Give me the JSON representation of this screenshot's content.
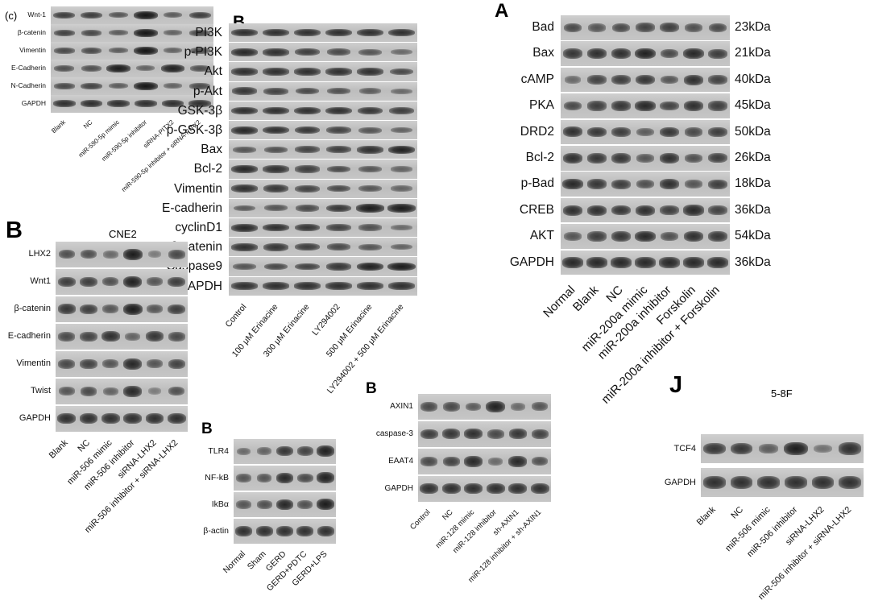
{
  "figure": {
    "panels": [
      {
        "id": "c",
        "label": "(c)",
        "title": "",
        "rows": [
          {
            "name": "Wnt-1",
            "b": [
              0.7,
              0.7,
              0.5,
              1.0,
              0.45,
              0.7
            ]
          },
          {
            "name": "β-catenin",
            "b": [
              0.65,
              0.6,
              0.45,
              1.0,
              0.4,
              0.6
            ]
          },
          {
            "name": "Vimentin",
            "b": [
              0.6,
              0.6,
              0.45,
              1.0,
              0.4,
              0.55
            ]
          },
          {
            "name": "E-Cadherin",
            "b": [
              0.55,
              0.55,
              0.95,
              0.4,
              0.9,
              0.55
            ]
          },
          {
            "name": "N-Cadherin",
            "b": [
              0.6,
              0.65,
              0.45,
              1.0,
              0.4,
              0.6
            ]
          },
          {
            "name": "GAPDH",
            "b": [
              0.8,
              0.8,
              0.8,
              0.8,
              0.8,
              0.8
            ]
          }
        ],
        "sizes": [],
        "xlabels": [
          "Blank",
          "NC",
          "miR-590-5p mimic",
          "miR-590-5p inhibitor",
          "siRNA-PITX2",
          "miR-590-5p inhibitor + siRNA-PITX2"
        ]
      },
      {
        "id": "B-erinacine",
        "label": "B",
        "title": "",
        "rows": [
          {
            "name": "PI3K",
            "b": [
              0.8,
              0.8,
              0.8,
              0.8,
              0.8,
              0.8
            ]
          },
          {
            "name": "p-PI3K",
            "b": [
              0.85,
              0.8,
              0.7,
              0.6,
              0.5,
              0.35
            ]
          },
          {
            "name": "Akt",
            "b": [
              0.8,
              0.8,
              0.8,
              0.8,
              0.8,
              0.6
            ]
          },
          {
            "name": "p-Akt",
            "b": [
              0.75,
              0.65,
              0.6,
              0.55,
              0.45,
              0.35
            ]
          },
          {
            "name": "GSK-3β",
            "b": [
              0.8,
              0.8,
              0.8,
              0.8,
              0.75,
              0.7
            ]
          },
          {
            "name": "p-GSK-3β",
            "b": [
              0.85,
              0.8,
              0.75,
              0.65,
              0.5,
              0.4
            ]
          },
          {
            "name": "Bax",
            "b": [
              0.5,
              0.55,
              0.65,
              0.7,
              0.8,
              0.9
            ]
          },
          {
            "name": "Bcl-2",
            "b": [
              0.85,
              0.8,
              0.7,
              0.6,
              0.5,
              0.4
            ]
          },
          {
            "name": "Vimentin",
            "b": [
              0.8,
              0.75,
              0.65,
              0.6,
              0.5,
              0.4
            ]
          },
          {
            "name": "E-cadherin",
            "b": [
              0.45,
              0.5,
              0.6,
              0.75,
              0.95,
              0.95
            ]
          },
          {
            "name": "cyclinD1",
            "b": [
              0.85,
              0.8,
              0.75,
              0.65,
              0.55,
              0.35
            ]
          },
          {
            "name": "β-catenin",
            "b": [
              0.8,
              0.75,
              0.7,
              0.6,
              0.5,
              0.4
            ]
          },
          {
            "name": "Caspase9",
            "b": [
              0.5,
              0.6,
              0.65,
              0.75,
              0.9,
              0.95
            ]
          },
          {
            "name": "GAPDH",
            "b": [
              0.8,
              0.8,
              0.8,
              0.8,
              0.8,
              0.8
            ]
          }
        ],
        "sizes": [],
        "xlabels": [
          "Control",
          "100 μM Erinacine",
          "300 μM Erinacine",
          "LY294002",
          "500 μM Erinacine",
          "LY294002 + 500 μM Erinacine"
        ]
      },
      {
        "id": "A",
        "label": "A",
        "title": "",
        "rows": [
          {
            "name": "Bad",
            "b": [
              0.6,
              0.5,
              0.6,
              0.65,
              0.7,
              0.55,
              0.6
            ]
          },
          {
            "name": "Bax",
            "b": [
              0.75,
              0.8,
              0.8,
              0.9,
              0.6,
              0.85,
              0.7
            ]
          },
          {
            "name": "cAMP",
            "b": [
              0.35,
              0.65,
              0.7,
              0.75,
              0.5,
              0.8,
              0.65
            ]
          },
          {
            "name": "PKA",
            "b": [
              0.6,
              0.7,
              0.75,
              0.85,
              0.65,
              0.8,
              0.7
            ]
          },
          {
            "name": "DRD2",
            "b": [
              0.8,
              0.75,
              0.7,
              0.45,
              0.75,
              0.6,
              0.7
            ]
          },
          {
            "name": "Bcl-2",
            "b": [
              0.8,
              0.75,
              0.75,
              0.5,
              0.8,
              0.55,
              0.7
            ]
          },
          {
            "name": "p-Bad",
            "b": [
              0.85,
              0.75,
              0.7,
              0.55,
              0.8,
              0.5,
              0.7
            ]
          },
          {
            "name": "CREB",
            "b": [
              0.8,
              0.8,
              0.75,
              0.8,
              0.7,
              0.85,
              0.65
            ]
          },
          {
            "name": "AKT",
            "b": [
              0.5,
              0.7,
              0.75,
              0.85,
              0.55,
              0.8,
              0.75
            ]
          },
          {
            "name": "GAPDH",
            "b": [
              0.85,
              0.85,
              0.85,
              0.85,
              0.85,
              0.85,
              0.85
            ]
          }
        ],
        "sizes": [
          "23kDa",
          "21kDa",
          "40kDa",
          "45kDa",
          "50kDa",
          "26kDa",
          "18kDa",
          "36kDa",
          "54kDa",
          "36kDa"
        ],
        "xlabels": [
          "Normal",
          "Blank",
          "NC",
          "miR-200a mimic",
          "miR-200a inhibitor",
          "Forskolin",
          "miR-200a inhibitor + Forskolin"
        ]
      },
      {
        "id": "B-CNE2",
        "label": "B",
        "title": "CNE2",
        "rows": [
          {
            "name": "LHX2",
            "b": [
              0.55,
              0.55,
              0.35,
              0.95,
              0.2,
              0.6
            ]
          },
          {
            "name": "Wnt1",
            "b": [
              0.7,
              0.7,
              0.55,
              0.9,
              0.5,
              0.7
            ]
          },
          {
            "name": "β-catenin",
            "b": [
              0.75,
              0.7,
              0.5,
              0.95,
              0.5,
              0.7
            ]
          },
          {
            "name": "E-cadherin",
            "b": [
              0.6,
              0.65,
              0.8,
              0.4,
              0.75,
              0.6
            ]
          },
          {
            "name": "Vimentin",
            "b": [
              0.6,
              0.65,
              0.5,
              0.85,
              0.5,
              0.65
            ]
          },
          {
            "name": "Twist",
            "b": [
              0.5,
              0.6,
              0.4,
              0.85,
              0.2,
              0.55
            ]
          },
          {
            "name": "GAPDH",
            "b": [
              0.8,
              0.8,
              0.8,
              0.8,
              0.8,
              0.8
            ]
          }
        ],
        "sizes": [],
        "xlabels": [
          "Blank",
          "NC",
          "miR-506 mimic",
          "miR-506 inhibitor",
          "siRNA-LHX2",
          "miR-506 inhibitor + siRNA-LHX2"
        ]
      },
      {
        "id": "B-GERD",
        "label": "B",
        "title": "",
        "rows": [
          {
            "name": "TLR4",
            "b": [
              0.35,
              0.4,
              0.75,
              0.65,
              0.9
            ]
          },
          {
            "name": "NF-kB",
            "b": [
              0.5,
              0.5,
              0.85,
              0.6,
              0.9
            ]
          },
          {
            "name": "IkBα",
            "b": [
              0.5,
              0.55,
              0.85,
              0.55,
              0.95
            ]
          },
          {
            "name": "β-actin",
            "b": [
              0.8,
              0.8,
              0.8,
              0.8,
              0.8
            ]
          }
        ],
        "sizes": [],
        "xlabels": [
          "Normal",
          "Sham",
          "GERD",
          "GERD+PDTC",
          "GERD+LPS"
        ]
      },
      {
        "id": "B-AXIN1",
        "label": "B",
        "title": "",
        "rows": [
          {
            "name": "AXIN1",
            "b": [
              0.6,
              0.6,
              0.45,
              0.9,
              0.35,
              0.5
            ]
          },
          {
            "name": "caspase-3",
            "b": [
              0.7,
              0.75,
              0.8,
              0.6,
              0.75,
              0.65
            ]
          },
          {
            "name": "EAAT4",
            "b": [
              0.6,
              0.65,
              0.85,
              0.35,
              0.85,
              0.55
            ]
          },
          {
            "name": "GAPDH",
            "b": [
              0.8,
              0.8,
              0.8,
              0.8,
              0.8,
              0.8
            ]
          }
        ],
        "sizes": [],
        "xlabels": [
          "Control",
          "NC",
          "miR-128 mimic",
          "miR-128 inhibitor",
          "sh-AXIN1",
          "miR-128 inhibitor + sh-AXIN1"
        ]
      },
      {
        "id": "J",
        "label": "J",
        "title": "5-8F",
        "rows": [
          {
            "name": "TCF4",
            "b": [
              0.75,
              0.75,
              0.45,
              0.95,
              0.3,
              0.8
            ]
          },
          {
            "name": "GAPDH",
            "b": [
              0.8,
              0.8,
              0.8,
              0.8,
              0.8,
              0.8
            ]
          }
        ],
        "sizes": [],
        "xlabels": [
          "Blank",
          "NC",
          "miR-506 mimic",
          "miR-506 inhibitor",
          "siRNA-LHX2",
          "miR-506 inhibitor + siRNA-LHX2"
        ]
      }
    ]
  }
}
